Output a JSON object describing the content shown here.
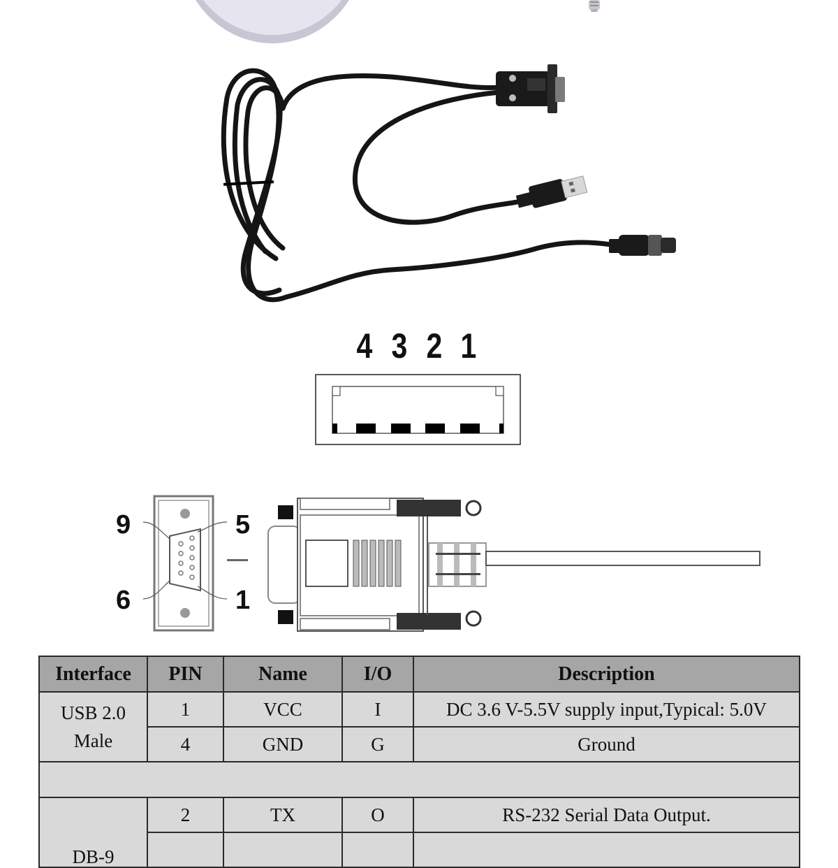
{
  "product_images": {
    "top_disc": {
      "description": "white round antenna base (partially visible)",
      "color": "#e4e2ec"
    },
    "top_screw": {
      "description": "metal screw (partially visible)"
    },
    "cable": {
      "description": "black Y-cable with DB-9 female connector, USB-A male plug and circular aviation connector",
      "connectors": [
        "DB-9 female",
        "USB 2.0 Male",
        "aviation connector"
      ]
    }
  },
  "usb_diagram": {
    "pin_labels": [
      "4",
      "3",
      "2",
      "1"
    ]
  },
  "db9_diagram": {
    "pin_labels": {
      "top_left": "9",
      "top_right": "5",
      "bottom_left": "6",
      "bottom_right": "1"
    }
  },
  "table": {
    "headers": [
      "Interface",
      "PIN",
      "Name",
      "I/O",
      "Description"
    ],
    "groups": [
      {
        "interface": [
          "USB 2.0",
          "Male"
        ],
        "rows": [
          {
            "pin": "1",
            "name": "VCC",
            "io": "I",
            "description": "DC 3.6 V-5.5V supply input,Typical: 5.0V"
          },
          {
            "pin": "4",
            "name": "GND",
            "io": "G",
            "description": "Ground"
          }
        ]
      },
      {
        "interface": [
          "DB-9"
        ],
        "rows": [
          {
            "pin": "2",
            "name": "TX",
            "io": "O",
            "description": "RS-232 Serial Data Output."
          }
        ]
      }
    ],
    "colors": {
      "header_bg": "#a6a6a6",
      "cell_bg": "#d9d9d9",
      "border": "#2a2a2a"
    }
  }
}
